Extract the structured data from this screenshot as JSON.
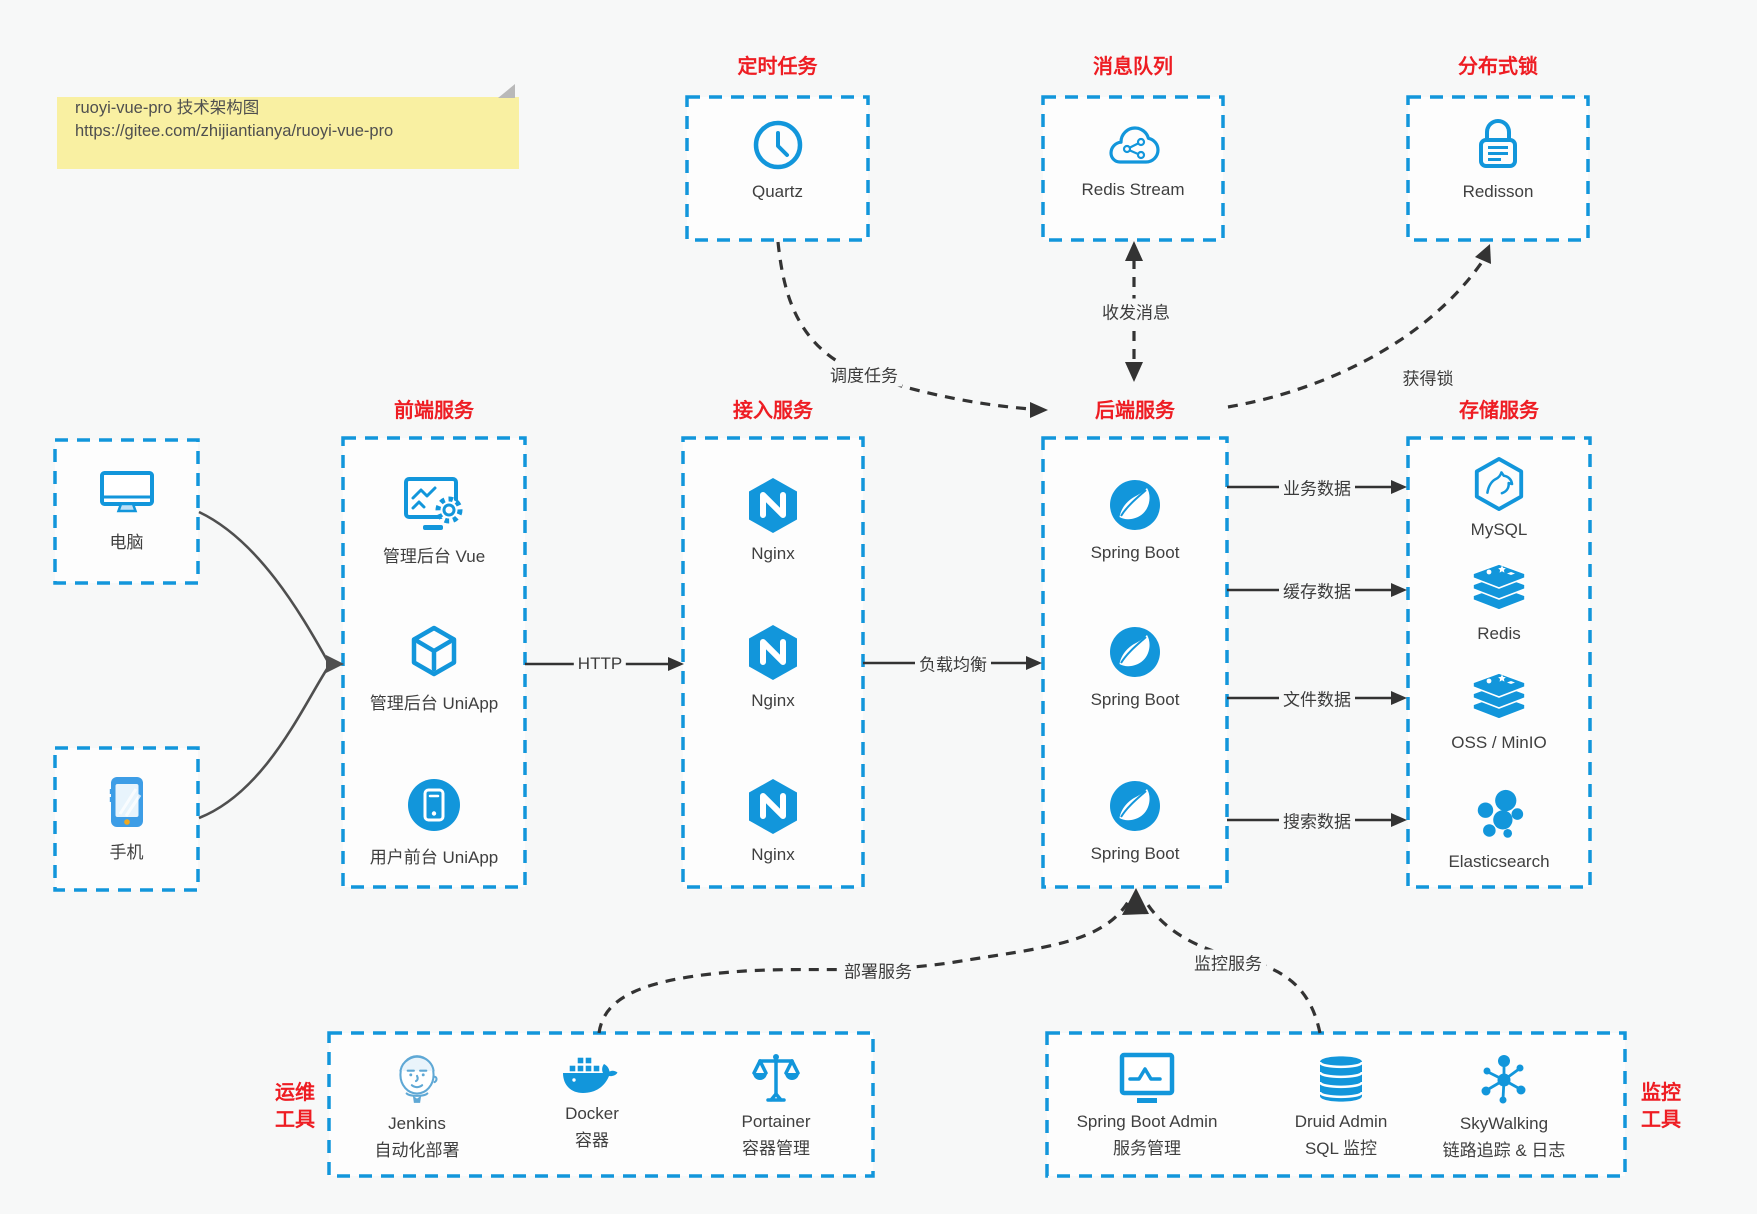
{
  "note": {
    "line1": "ruoyi-vue-pro 技术架构图",
    "line2": "https://gitee.com/zhijiantianya/ruoyi-vue-pro"
  },
  "top_services": [
    {
      "title": "定时任务",
      "label": "Quartz",
      "icon": "clock-icon"
    },
    {
      "title": "消息队列",
      "label": "Redis Stream",
      "icon": "cloud-queue-icon"
    },
    {
      "title": "分布式锁",
      "label": "Redisson",
      "icon": "lock-icon"
    }
  ],
  "clients": [
    {
      "label": "电脑",
      "icon": "desktop-icon"
    },
    {
      "label": "手机",
      "icon": "smartphone-icon"
    }
  ],
  "frontend": {
    "title": "前端服务",
    "items": [
      {
        "label": "管理后台 Vue",
        "icon": "admin-vue-icon"
      },
      {
        "label": "管理后台 UniApp",
        "icon": "cube-icon"
      },
      {
        "label": "用户前台 UniApp",
        "icon": "mobile-app-icon"
      }
    ]
  },
  "gateway": {
    "title": "接入服务",
    "items": [
      {
        "label": "Nginx",
        "icon": "nginx-icon"
      },
      {
        "label": "Nginx",
        "icon": "nginx-icon"
      },
      {
        "label": "Nginx",
        "icon": "nginx-icon"
      }
    ]
  },
  "backend": {
    "title": "后端服务",
    "items": [
      {
        "label": "Spring Boot",
        "icon": "spring-icon"
      },
      {
        "label": "Spring Boot",
        "icon": "spring-icon"
      },
      {
        "label": "Spring Boot",
        "icon": "spring-icon"
      }
    ]
  },
  "storage": {
    "title": "存储服务",
    "items": [
      {
        "label": "MySQL",
        "icon": "mysql-icon"
      },
      {
        "label": "Redis",
        "icon": "redis-stack-icon"
      },
      {
        "label": "OSS / MinIO",
        "icon": "redis-stack-icon"
      },
      {
        "label": "Elasticsearch",
        "icon": "elasticsearch-icon"
      }
    ]
  },
  "ops": {
    "label_line1": "运维",
    "label_line2": "工具",
    "items": [
      {
        "name": "Jenkins",
        "desc": "自动化部署",
        "icon": "jenkins-icon"
      },
      {
        "name": "Docker",
        "desc": "容器",
        "icon": "docker-icon"
      },
      {
        "name": "Portainer",
        "desc": "容器管理",
        "icon": "portainer-icon"
      }
    ]
  },
  "monitoring": {
    "label_line1": "监控",
    "label_line2": "工具",
    "items": [
      {
        "name": "Spring Boot Admin",
        "desc": "服务管理",
        "icon": "monitor-chart-icon"
      },
      {
        "name": "Druid Admin",
        "desc": "SQL 监控",
        "icon": "database-icon"
      },
      {
        "name": "SkyWalking",
        "desc": "链路追踪 & 日志",
        "icon": "network-nodes-icon"
      }
    ]
  },
  "edges": {
    "http": "HTTP",
    "load_balance": "负载均衡",
    "schedule_task": "调度任务",
    "send_receive_message": "收发消息",
    "acquire_lock": "获得锁",
    "business_data": "业务数据",
    "cache_data": "缓存数据",
    "file_data": "文件数据",
    "search_data": "搜索数据",
    "deploy_service": "部署服务",
    "monitor_service": "监控服务"
  },
  "colors": {
    "accent": "#1296db",
    "title_red": "#ee1d23",
    "note_bg": "#f9f0a2",
    "arrow_dark": "#333333",
    "client_arrow_gray": "#4f4f4f",
    "canvas_bg": "#f7f8f8"
  }
}
